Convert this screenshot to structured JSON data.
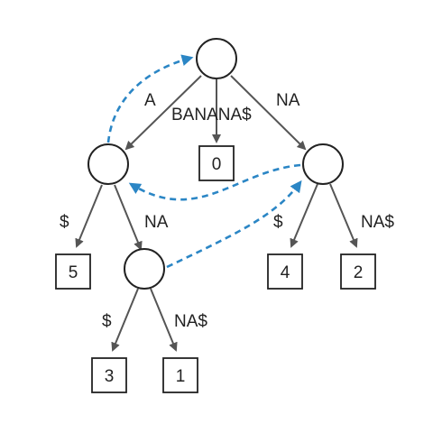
{
  "colors": {
    "suffix_link": "#2b86c5",
    "edge": "#555555",
    "node_stroke": "#222222"
  },
  "edges": [
    {
      "id": "root-a",
      "label": "A"
    },
    {
      "id": "root-leaf0",
      "label": "BANANA$"
    },
    {
      "id": "root-na",
      "label": "NA"
    },
    {
      "id": "a-leaf5",
      "label": "$"
    },
    {
      "id": "a-ana",
      "label": "NA"
    },
    {
      "id": "na-leaf4",
      "label": "$"
    },
    {
      "id": "na-leaf2",
      "label": "NA$"
    },
    {
      "id": "ana-leaf3",
      "label": "$"
    },
    {
      "id": "ana-leaf1",
      "label": "NA$"
    }
  ],
  "leaves": [
    {
      "id": "leaf0",
      "label": "0"
    },
    {
      "id": "leaf5",
      "label": "5"
    },
    {
      "id": "leaf4",
      "label": "4"
    },
    {
      "id": "leaf2",
      "label": "2"
    },
    {
      "id": "leaf3",
      "label": "3"
    },
    {
      "id": "leaf1",
      "label": "1"
    }
  ]
}
